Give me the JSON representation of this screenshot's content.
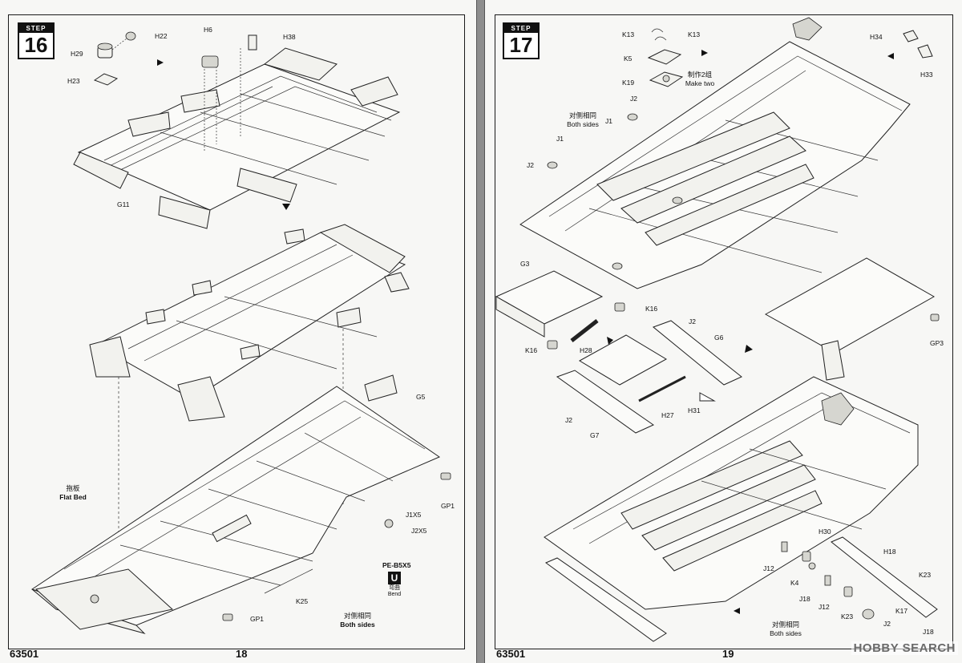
{
  "left_page": {
    "step": {
      "word": "STEP",
      "number": "16"
    },
    "labels": {
      "h22": "H22",
      "h29": "H29",
      "h23": "H23",
      "h6": "H6",
      "h38": "H38",
      "g11": "G11",
      "g5": "G5",
      "gp1_top": "GP1",
      "gp1_bottom": "GP1",
      "j1x5": "J1X5",
      "j2x5": "J2X5",
      "pe": "PE-B5X5",
      "k25": "K25"
    },
    "flat_bed": {
      "cn": "拖板",
      "en": "Flat Bed"
    },
    "bend": {
      "glyph": "U",
      "cn": "弯曲",
      "en": "Bend"
    },
    "both_sides": {
      "cn": "对侧相同",
      "en": "Both sides"
    },
    "footer_code": "63501",
    "page_number": "18"
  },
  "right_page": {
    "step": {
      "word": "STEP",
      "number": "17"
    },
    "labels": {
      "k13a": "K13",
      "k13b": "K13",
      "k5": "K5",
      "k19": "K19",
      "j2_top": "J2",
      "j1_top": "J1",
      "j1_left": "J1",
      "j2_left": "J2",
      "h34": "H34",
      "h33": "H33",
      "g3": "G3",
      "k16a": "K16",
      "k16b": "K16",
      "h28": "H28",
      "j2_mid": "J2",
      "g6": "G6",
      "gp3": "GP3",
      "h27": "H27",
      "h31": "H31",
      "j2_low": "J2",
      "g7": "G7",
      "h30": "H30",
      "h18": "H18",
      "j12a": "J12",
      "k4": "K4",
      "j18a": "J18",
      "j12b": "J12",
      "k23a": "K23",
      "k23b": "K23",
      "k17": "K17",
      "j2_bottom": "J2",
      "j18b": "J18"
    },
    "make_two": {
      "cn": "制作2组",
      "en": "Make two"
    },
    "both_sides_top": {
      "cn": "对侧相同",
      "en": "Both sides"
    },
    "both_sides_bottom": {
      "cn": "对侧相同",
      "en": "Both sides"
    },
    "footer_code": "63501",
    "page_number": "19"
  },
  "watermark": "HOBBY SEARCH",
  "colors": {
    "paper": "#f7f7f5",
    "ink": "#111111",
    "background": "#8e8e8e"
  }
}
